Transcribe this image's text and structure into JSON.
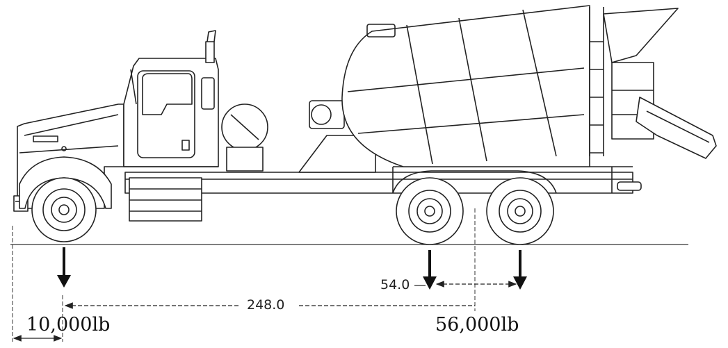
{
  "diagram": {
    "front_axle_load": "10,000lb",
    "rear_axle_load": "56,000lb",
    "wheelbase_dimension": "248.0",
    "tandem_spacing_dimension": "54.0"
  },
  "colors": {
    "line": "#222222",
    "background": "#ffffff"
  }
}
